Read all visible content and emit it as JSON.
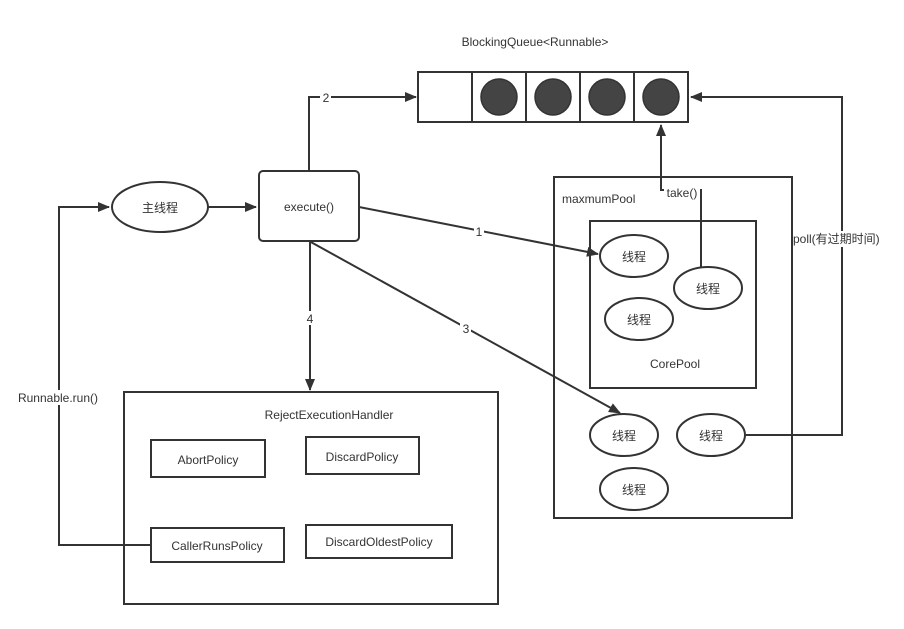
{
  "queue": {
    "title": "BlockingQueue<Runnable>",
    "slots": [
      false,
      true,
      true,
      true,
      true
    ]
  },
  "main_thread": {
    "label": "主线程"
  },
  "execute": {
    "label": "execute()"
  },
  "arrows": {
    "step1": "1",
    "step2": "2",
    "step3": "3",
    "step4": "4",
    "take": "take()",
    "poll": "poll(有过期时间)",
    "runnable_run": "Runnable.run()"
  },
  "max_pool": {
    "label": "maxmumPool",
    "threads": [
      "线程",
      "线程",
      "线程"
    ]
  },
  "core_pool": {
    "label": "CorePool",
    "threads": [
      "线程",
      "线程",
      "线程"
    ]
  },
  "reject_handler": {
    "title": "RejectExecutionHandler",
    "policies": [
      "AbortPolicy",
      "DiscardPolicy",
      "CallerRunsPolicy",
      "DiscardOldestPolicy"
    ]
  },
  "colors": {
    "line": "#333333",
    "queue_item": "#444444",
    "background": "#ffffff"
  }
}
